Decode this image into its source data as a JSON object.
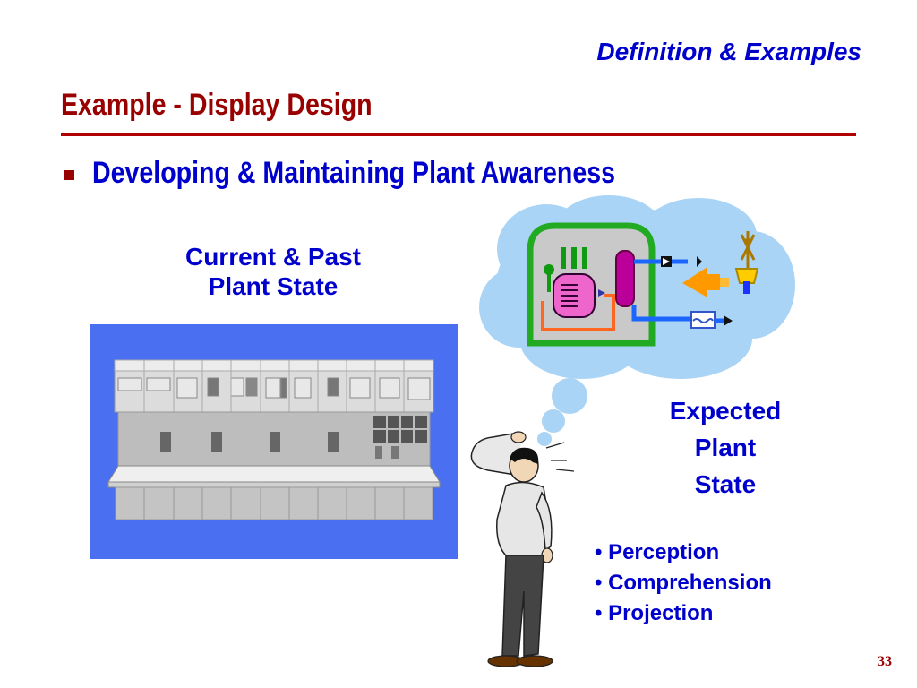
{
  "slide": {
    "section_label": "Definition & Examples",
    "title": "Example - Display Design",
    "bullet": "Developing & Maintaining Plant Awareness",
    "page_number": "33"
  },
  "captions": {
    "current_past": [
      "Current & Past",
      "Plant State"
    ],
    "expected": [
      "Expected",
      "Plant",
      "State"
    ]
  },
  "aspects": [
    "Perception",
    "Comprehension",
    "Projection"
  ],
  "illustrations": {
    "control_panel": "control-room-panel-image",
    "thought_cloud": "plant-schematic-thought-cloud",
    "person": "thinking-person-cartoon"
  },
  "colors": {
    "title": "#990000",
    "accent_blue": "#0000cc",
    "panel_background": "#4a6ff0",
    "cloud": "#a9d4f5"
  }
}
